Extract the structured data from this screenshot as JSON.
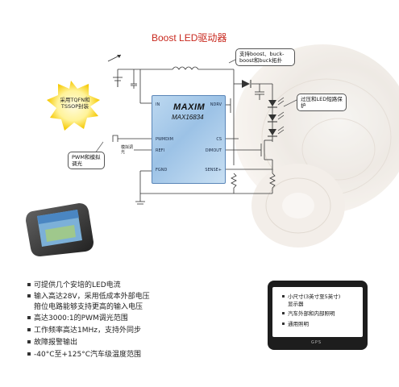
{
  "title": "Boost LED驱动器",
  "chip": {
    "brand": "MAXIM",
    "part": "MAX16834",
    "pins": {
      "in": "IN",
      "ndrv": "NDRV",
      "pwmdim": "PWMDIM",
      "refi": "REFI",
      "dimout": "DIMOUT",
      "fgnd": "FGND",
      "cs": "CS",
      "sense": "SENSE+"
    }
  },
  "callouts": {
    "topology": "支持boost、buck-boost和buck拓扑",
    "protection": "过压和LED短路保护",
    "package": "采用TQFN和TSSOP封装",
    "dimming": "PWM和模拟调光",
    "analog_dim": "模拟调光"
  },
  "features": [
    "可提供几个安培的LED电流",
    "输入高达28V，采用低成本外部电压",
    "箝位电路能够支持更高的输入电压",
    "高达3000:1的PWM调光范围",
    "工作频率高达1MHz，支持外同步",
    "故障报警输出",
    "-40°C至+125°C汽车级温度范围"
  ],
  "applications": [
    "小尺寸(3英寸至5英寸)",
    "显示器",
    "汽车外部和内部照明",
    "通用照明"
  ],
  "gps_label": "GPS"
}
